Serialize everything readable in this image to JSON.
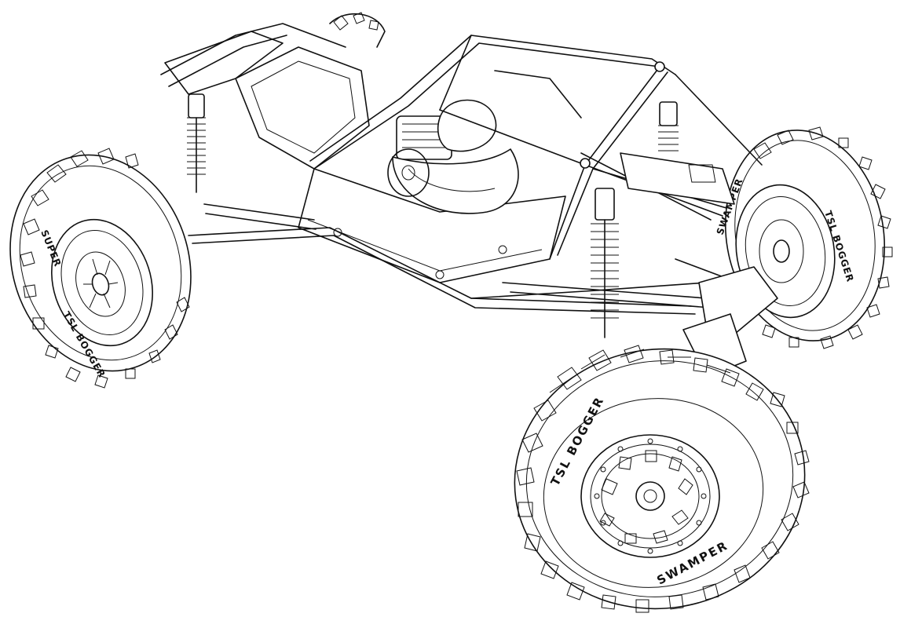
{
  "illustration": {
    "subject": "rc-rock-crawler-line-drawing",
    "colors": {
      "line": "#111111",
      "background": "#ffffff"
    }
  },
  "tire_labels": {
    "front_right": {
      "model": "SWAMPER",
      "brand": "TSL BOGGER"
    },
    "rear_right": {
      "model": "SWAMPER",
      "brand": "TSL BOGGER"
    },
    "front_left": {
      "model": "SUPER",
      "brand": "TSL BOGGER"
    }
  }
}
